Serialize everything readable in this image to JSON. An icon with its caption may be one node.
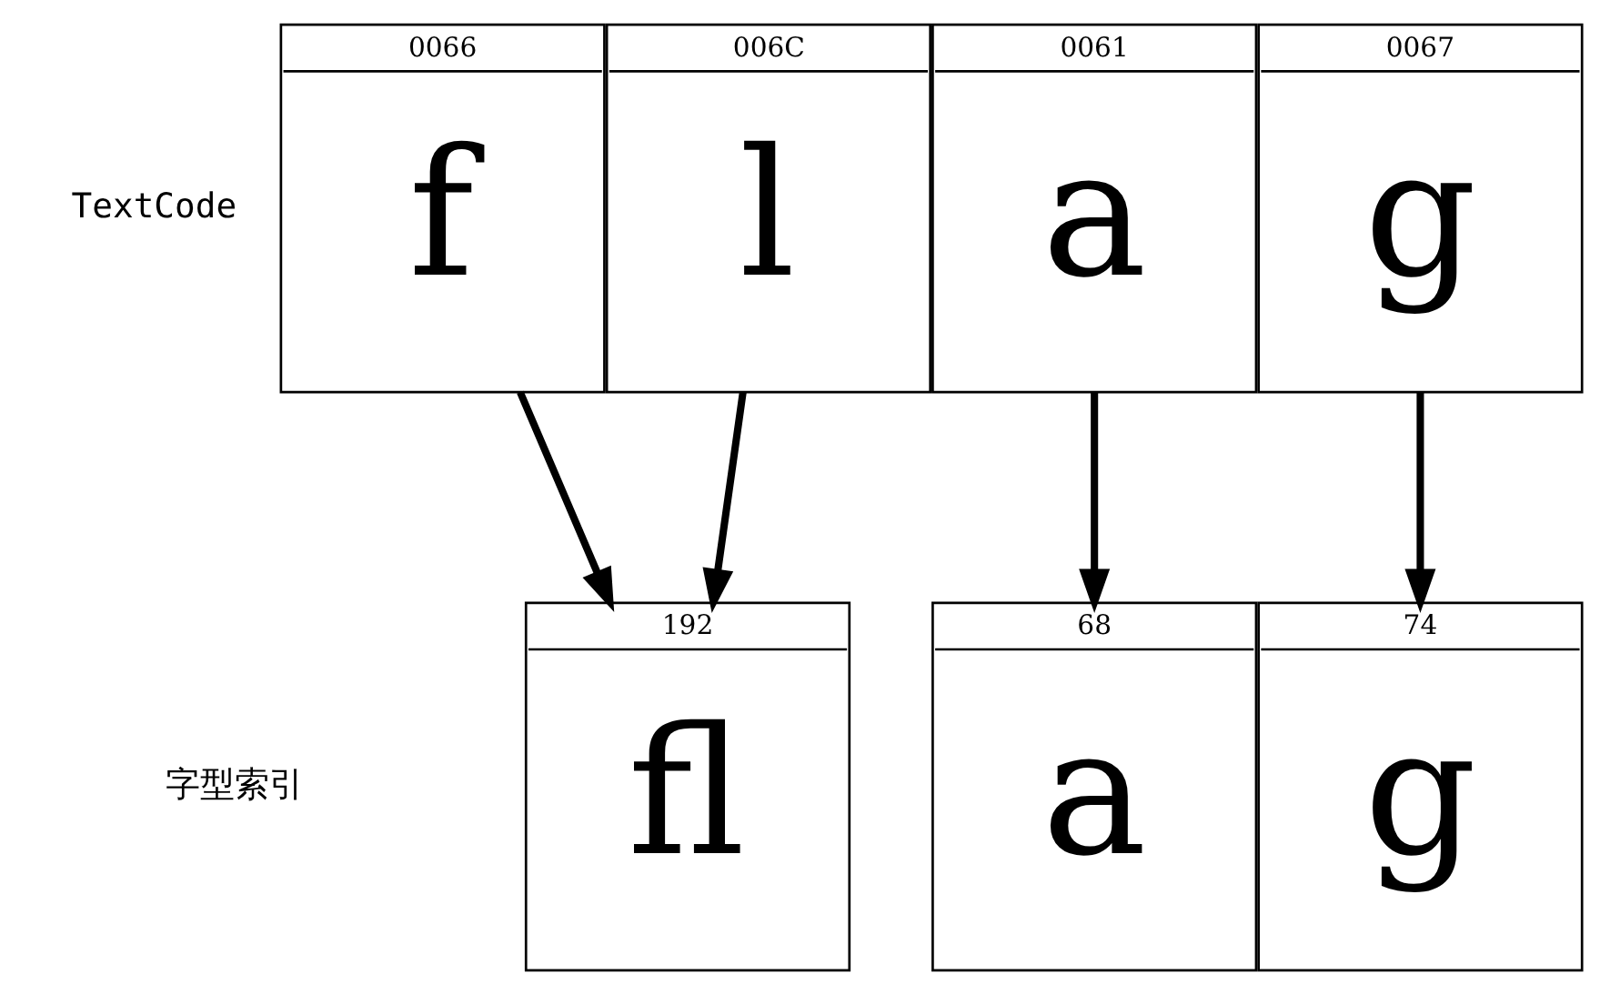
{
  "diagram": {
    "nodes": [
      {
        "text": [
          "0066",
          "f"
        ]
      },
      {
        "text": [
          "006C",
          "l"
        ]
      },
      {
        "text": [
          "0061",
          "a"
        ]
      },
      {
        "text": [
          "0067",
          "g"
        ]
      },
      {
        "text": [
          "192",
          "ﬂ"
        ]
      },
      {
        "text": [
          "68",
          "a"
        ]
      },
      {
        "text": [
          "74",
          "g"
        ]
      }
    ],
    "edges": [
      {
        "from": 0,
        "to": 4,
        "arrow": "to"
      },
      {
        "from": 1,
        "to": 4,
        "arrow": "to"
      },
      {
        "from": 2,
        "to": 5,
        "arrow": "to"
      },
      {
        "from": 3,
        "to": 6,
        "arrow": "to"
      }
    ],
    "labels": [
      "TextCode",
      "字型索引"
    ]
  }
}
